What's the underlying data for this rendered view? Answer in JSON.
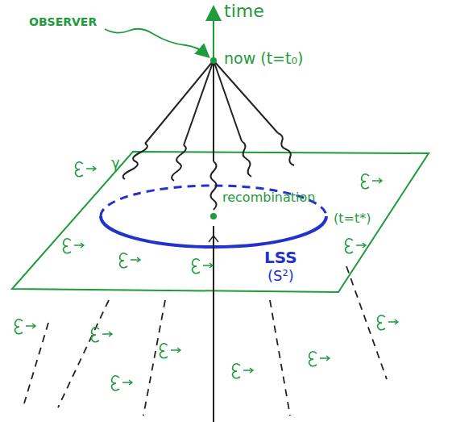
{
  "diagram": {
    "labels": [
      "OBSERVER",
      "time",
      "now (t=t₀)",
      "γ",
      "recombination",
      "(t=t*)",
      "LSS",
      "(S²)"
    ]
  }
}
